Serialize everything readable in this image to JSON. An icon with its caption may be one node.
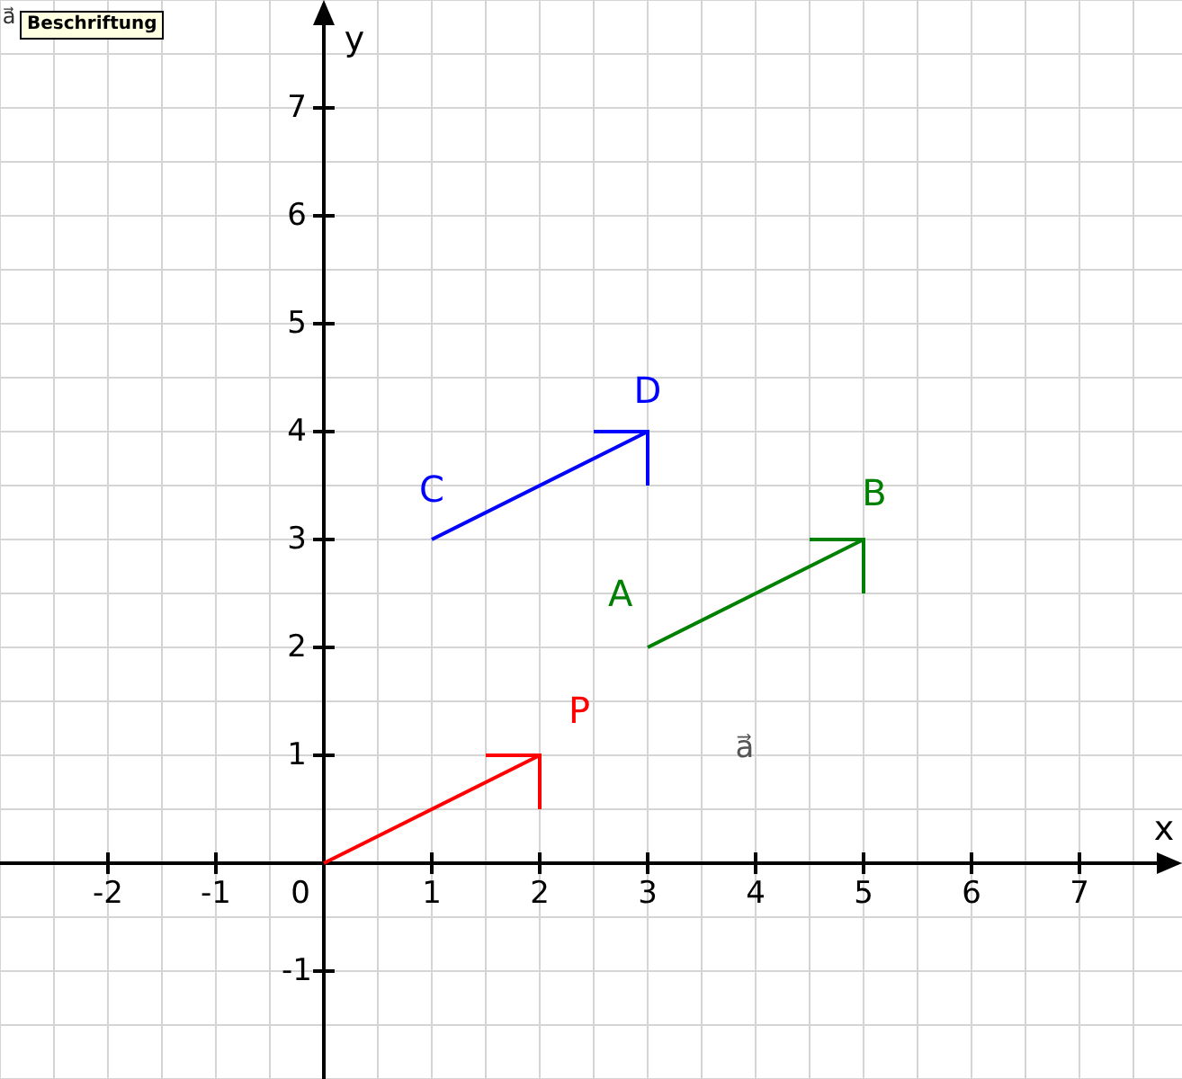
{
  "diagram": {
    "nodes": [
      {
        "text": [
          "P"
        ]
      },
      {
        "text": [
          "C"
        ]
      },
      {
        "text": [
          "D"
        ]
      },
      {
        "text": [
          "A"
        ]
      },
      {
        "text": [
          "B"
        ]
      }
    ],
    "edges": [
      {
        "from": null,
        "to": 0,
        "arrow": "to",
        "color": "#ff0000"
      },
      {
        "from": 1,
        "to": 2,
        "arrow": "to",
        "color": "#0000ff"
      },
      {
        "from": 3,
        "to": 4,
        "arrow": "to",
        "color": "#008000"
      }
    ],
    "labels": [
      "a⃗",
      "Beschriftung",
      "y",
      "7",
      "6",
      "5",
      "4",
      "3",
      "2",
      "1",
      "a⃗",
      "x",
      "-2",
      "-1",
      "0",
      "1",
      "2",
      "3",
      "4",
      "5",
      "6",
      "7",
      "-1"
    ]
  }
}
